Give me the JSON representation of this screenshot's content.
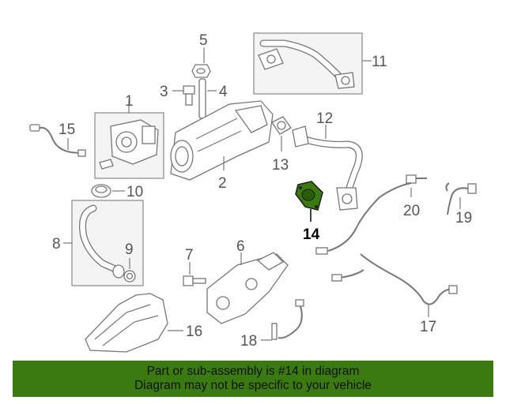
{
  "callouts": {
    "c1": "1",
    "c2": "2",
    "c3": "3",
    "c4": "4",
    "c5": "5",
    "c6": "6",
    "c7": "7",
    "c8": "8",
    "c9": "9",
    "c10": "10",
    "c11": "11",
    "c12": "12",
    "c13": "13",
    "c14": "14",
    "c15": "15",
    "c16": "16",
    "c17": "17",
    "c18": "18",
    "c19": "19",
    "c20": "20"
  },
  "highlight_color": "#3a7a10",
  "banner": {
    "line1": "Part or sub-assembly is #14 in diagram",
    "line2": "Diagram may not be specific to your vehicle",
    "color": "#3a7a10"
  }
}
